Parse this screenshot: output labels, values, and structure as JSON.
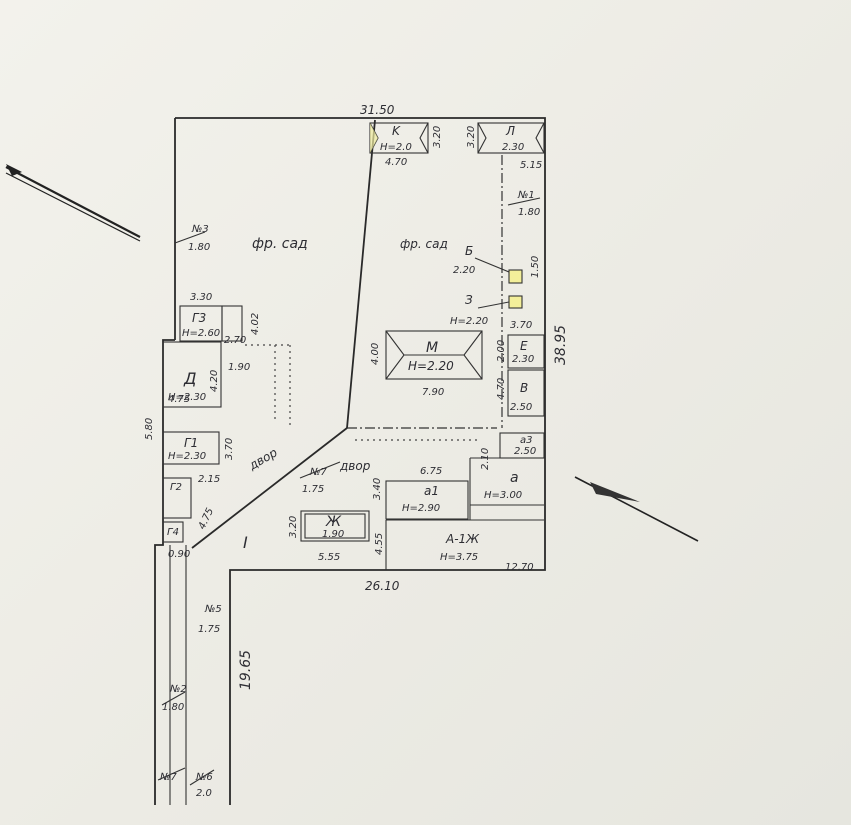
{
  "dims": {
    "top": "31.50",
    "right": "38.95",
    "bottom": "26.10",
    "lower_left": "19.65",
    "a_bottom": "12.70",
    "j_bottom": "5.55",
    "a1_top": "6.75",
    "k_bottom": "4.70",
    "m_bottom": "7.90",
    "left_mid": "5.80",
    "d_left": "4.75",
    "g3_top": "3.30"
  },
  "labels": {
    "garden_left": "фр. сад",
    "garden_right": "фр. сад",
    "yard_left": "двор",
    "yard_right": "двор",
    "section_I": "I"
  },
  "buildings": {
    "K": {
      "name": "K",
      "height": "Н=2.0"
    },
    "L": {
      "name": "Л",
      "height": "2.30"
    },
    "M": {
      "name": "М",
      "height": "Н=2.20"
    },
    "B_small": {
      "name": "Б",
      "height": "2.20"
    },
    "Z": {
      "name": "З",
      "height": "Н=2.20"
    },
    "E": {
      "name": "Е",
      "height": "2.30"
    },
    "V": {
      "name": "В",
      "height": "2.50"
    },
    "a3": {
      "name": "а3",
      "height": "2.50"
    },
    "a": {
      "name": "а",
      "height": "Н=3.00"
    },
    "a1": {
      "name": "а1",
      "height": "Н=2.90"
    },
    "A": {
      "name": "А-1Ж",
      "height": "Н=3.75"
    },
    "Zh": {
      "name": "Ж",
      "height": "1.90"
    },
    "G3": {
      "name": "Г3",
      "height": "Н=2.60"
    },
    "D": {
      "name": "Д",
      "height": "Н=2.30"
    },
    "G1": {
      "name": "Г1",
      "height": "Н=2.30"
    },
    "G2": {
      "name": "Г2",
      "height": ""
    },
    "G4": {
      "name": "Г4",
      "height": ""
    }
  },
  "fences": {
    "N3": {
      "name": "№3",
      "value": "1.80"
    },
    "N1": {
      "name": "№1",
      "value": "1.80"
    },
    "N7": {
      "name": "№7",
      "value": "1.75"
    },
    "N2": {
      "name": "№2",
      "value": "1.80"
    },
    "N7b": {
      "name": "№7",
      "value": ""
    },
    "N6": {
      "name": "№6",
      "value": "2.0"
    },
    "N5": {
      "name": "№5",
      "value": "1.75"
    }
  },
  "small_dims": {
    "k_side": "3.20",
    "l_side": "3.20",
    "l_bottom": "5.15",
    "b_side": "1.50",
    "z_bottom": "3.70",
    "m_side": "4.00",
    "g3_side": "4.02",
    "g3_bottom": "1.90",
    "d_side": "4.20",
    "g1_side": "3.70",
    "g2_top": "2.15",
    "a1_side": "3.40",
    "a_side": "2.10",
    "zh_side": "3.20",
    "a_left": "4.55",
    "v_side": "4.70",
    "e_side": "2.00",
    "corner": "0.90",
    "diag": "4.75",
    "g3_small": "2.70"
  }
}
